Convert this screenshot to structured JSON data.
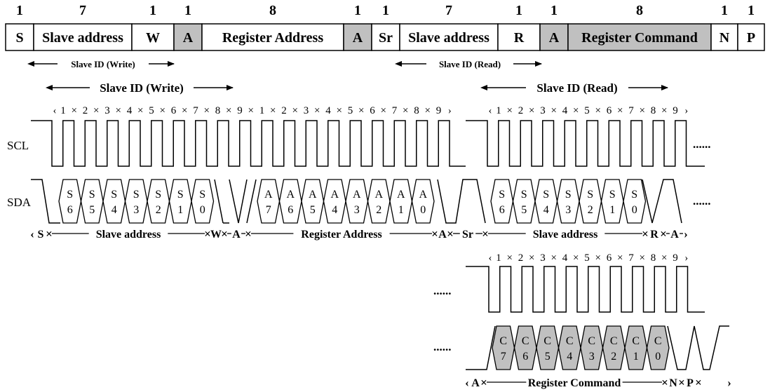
{
  "frame": {
    "bits": [
      "1",
      "7",
      "1",
      "1",
      "8",
      "1",
      "1",
      "7",
      "1",
      "1",
      "8",
      "1",
      "1"
    ],
    "labels": [
      "S",
      "Slave address",
      "W",
      "A",
      "Register Address",
      "A",
      "Sr",
      "Slave address",
      "R",
      "A",
      "Register Command",
      "N",
      "P"
    ],
    "shaded": [
      false,
      false,
      false,
      true,
      false,
      true,
      false,
      false,
      false,
      true,
      true,
      false,
      false
    ]
  },
  "small_arrows": [
    "Slave ID (Write)",
    "Slave ID (Read)"
  ],
  "big_arrows": [
    "Slave ID (Write)",
    "Slave ID (Read)"
  ],
  "clock_counts": {
    "write": [
      "1",
      "2",
      "3",
      "4",
      "5",
      "6",
      "7",
      "8",
      "9",
      "1",
      "2",
      "3",
      "4",
      "5",
      "6",
      "7",
      "8",
      "9"
    ],
    "read": [
      "1",
      "2",
      "3",
      "4",
      "5",
      "6",
      "7",
      "8",
      "9"
    ],
    "cmd": [
      "1",
      "2",
      "3",
      "4",
      "5",
      "6",
      "7",
      "8",
      "9"
    ]
  },
  "signals": {
    "scl": "SCL",
    "sda": "SDA",
    "ellipsis": "......"
  },
  "sda_bits": {
    "slave_write": [
      [
        "S",
        "6"
      ],
      [
        "S",
        "5"
      ],
      [
        "S",
        "4"
      ],
      [
        "S",
        "3"
      ],
      [
        "S",
        "2"
      ],
      [
        "S",
        "1"
      ],
      [
        "S",
        "0"
      ]
    ],
    "register": [
      [
        "A",
        "7"
      ],
      [
        "A",
        "6"
      ],
      [
        "A",
        "5"
      ],
      [
        "A",
        "4"
      ],
      [
        "A",
        "3"
      ],
      [
        "A",
        "2"
      ],
      [
        "A",
        "1"
      ],
      [
        "A",
        "0"
      ]
    ],
    "slave_read": [
      [
        "S",
        "6"
      ],
      [
        "S",
        "5"
      ],
      [
        "S",
        "4"
      ],
      [
        "S",
        "3"
      ],
      [
        "S",
        "2"
      ],
      [
        "S",
        "1"
      ],
      [
        "S",
        "0"
      ]
    ],
    "command": [
      [
        "C",
        "7"
      ],
      [
        "C",
        "6"
      ],
      [
        "C",
        "5"
      ],
      [
        "C",
        "4"
      ],
      [
        "C",
        "3"
      ],
      [
        "C",
        "2"
      ],
      [
        "C",
        "1"
      ],
      [
        "C",
        "0"
      ]
    ]
  },
  "segments": {
    "row1": [
      "S",
      "Slave address",
      "W",
      "A",
      "Register Address",
      "A",
      "Sr",
      "Slave address",
      "R",
      "A"
    ],
    "row2": [
      "A",
      "Register Command",
      "N",
      "P"
    ]
  },
  "colors": {
    "shade": "#c0c0c0",
    "line": "#000000",
    "cell": "#ffffff"
  }
}
